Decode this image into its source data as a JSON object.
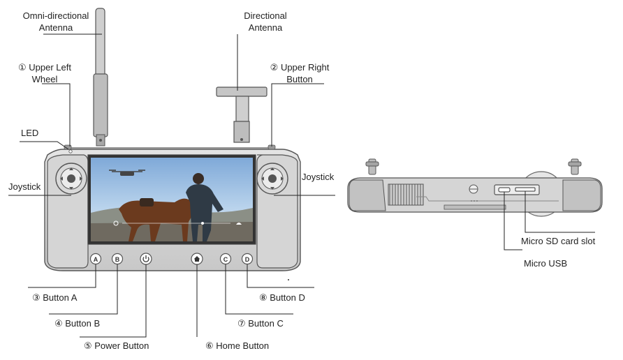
{
  "labels": {
    "omni_antenna": [
      "Omni-directional",
      "Antenna"
    ],
    "directional_antenna": [
      "Directional",
      "Antenna"
    ],
    "upper_left_wheel": [
      "① Upper Left",
      "Wheel"
    ],
    "upper_right_button": [
      "② Upper Right",
      "Button"
    ],
    "led": "LED",
    "joystick_left": "Joystick",
    "joystick_right": "Joystick",
    "button_a": "③ Button A",
    "button_b": "④ Button B",
    "power_button": "⑤ Power Button",
    "home_button": "⑥ Home Button",
    "button_c": "⑦ Button C",
    "button_d": "⑧ Button D",
    "micro_sd": "Micro SD card slot",
    "micro_usb": "Micro USB"
  },
  "buttons": {
    "a": "A",
    "b": "B",
    "c": "C",
    "d": "D"
  },
  "colors": {
    "body": "#d9d9d9",
    "body_dark": "#b8b8b8",
    "outline": "#555555",
    "screen_sky": "#9fc3e6",
    "leader": "#222222"
  },
  "icons": {
    "power": "power-icon",
    "home": "home-icon"
  }
}
